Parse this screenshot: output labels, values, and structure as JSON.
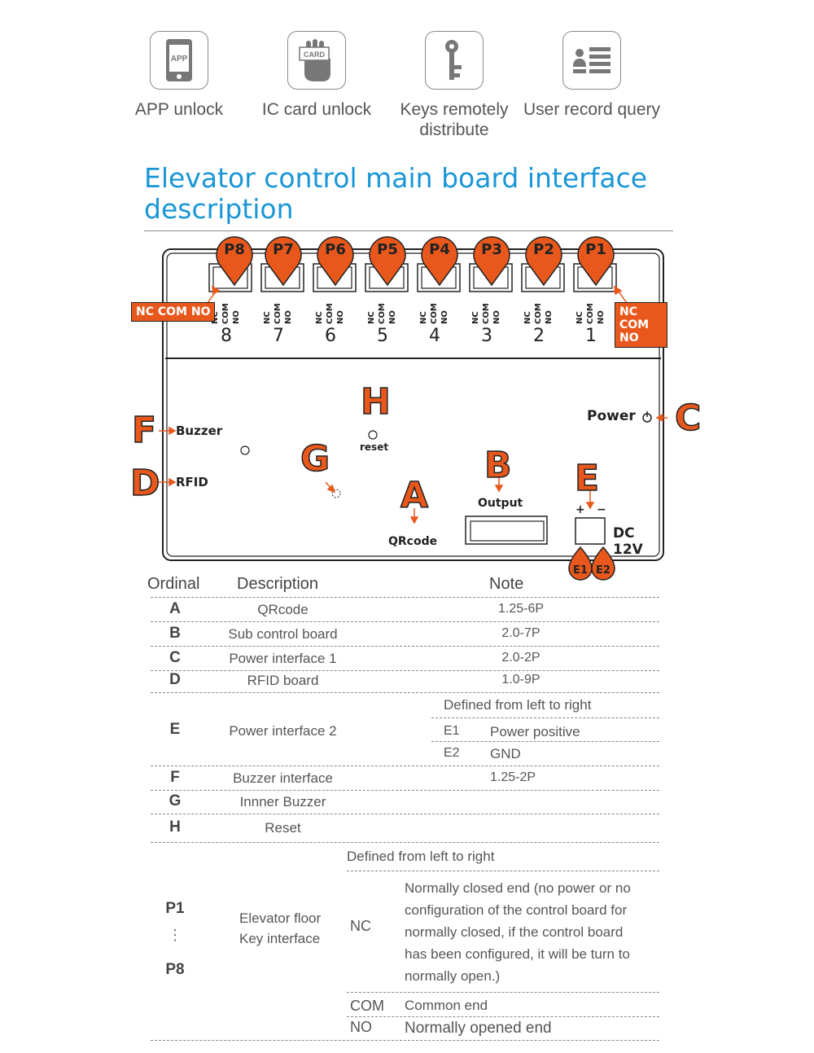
{
  "features": [
    {
      "icon": "app-phone-icon",
      "label": "APP unlock",
      "badge": "APP"
    },
    {
      "icon": "ic-card-icon",
      "label": "IC card unlock",
      "badge": "CARD"
    },
    {
      "icon": "key-icon",
      "label": "Keys remotely distribute"
    },
    {
      "icon": "user-record-icon",
      "label": "User record query"
    }
  ],
  "title": "Elevator control main board interface description",
  "board": {
    "pins": [
      "P8",
      "P7",
      "P6",
      "P5",
      "P4",
      "P3",
      "P2",
      "P1"
    ],
    "numbers": [
      "8",
      "7",
      "6",
      "5",
      "4",
      "3",
      "2",
      "1"
    ],
    "contact_labels": [
      "NC",
      "COM",
      "NO"
    ],
    "left_tag": "NC COM NO",
    "right_tag": "NC COM NO",
    "buzzer": "Buzzer",
    "rfid": "RFID",
    "reset": "reset",
    "power": "Power",
    "output": "Output",
    "qrcode": "QRcode",
    "dc": "DC 12V",
    "plus": "+",
    "minus": "−",
    "letters": {
      "A": "A",
      "B": "B",
      "C": "C",
      "D": "D",
      "E": "E",
      "F": "F",
      "G": "G",
      "H": "H",
      "E1": "E1",
      "E2": "E2"
    }
  },
  "table": {
    "headers": {
      "ordinal": "Ordinal",
      "description": "Description",
      "note": "Note"
    },
    "rows": [
      {
        "ord": "A",
        "desc": "QRcode",
        "note": "1.25-6P"
      },
      {
        "ord": "B",
        "desc": "Sub control board",
        "note": "2.0-7P"
      },
      {
        "ord": "C",
        "desc": "Power interface 1",
        "note": "2.0-2P"
      },
      {
        "ord": "D",
        "desc": "RFID board",
        "note": "1.0-9P"
      }
    ],
    "e_row": {
      "ord": "E",
      "desc": "Power interface 2",
      "note_head": "Defined from left to right",
      "sub": [
        {
          "k": "E1",
          "v": "Power positive"
        },
        {
          "k": "E2",
          "v": "GND"
        }
      ]
    },
    "rows2": [
      {
        "ord": "F",
        "desc": "Buzzer interface",
        "note": "1.25-2P"
      },
      {
        "ord": "G",
        "desc": "Innner Buzzer",
        "note": ""
      },
      {
        "ord": "H",
        "desc": "Reset",
        "note": ""
      }
    ],
    "p_row": {
      "ord_top": "P1",
      "ord_mid": "⋮",
      "ord_bottom": "P8",
      "desc_line1": "Elevator floor",
      "desc_line2": "Key interface",
      "note_head": "Defined from left to right",
      "nc_key": "NC",
      "nc_lines": [
        "Normally closed end (no power or no",
        "configuration of the control board for",
        "normally closed, if the control board",
        "has been configured, it will be turn to",
        "normally open.)"
      ],
      "com_key": "COM",
      "com_val": "Common end",
      "no_key": "NO",
      "no_val": "Normally opened end"
    }
  }
}
